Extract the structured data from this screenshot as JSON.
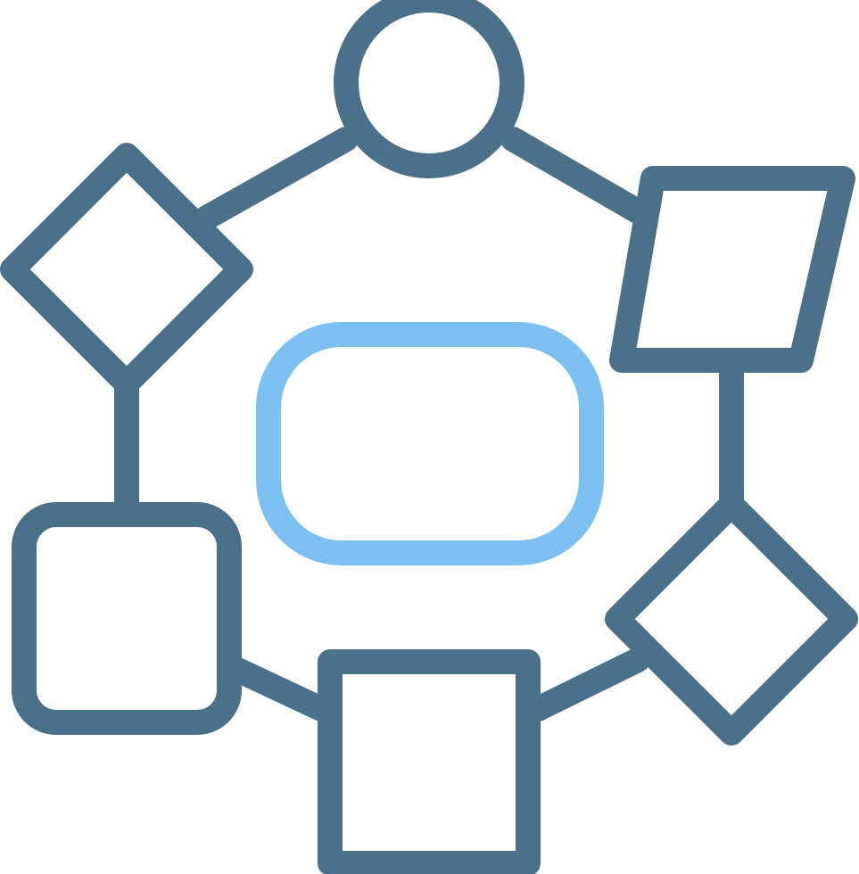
{
  "icon": {
    "name": "flowchart-network-icon",
    "colors": {
      "primary": "#4B7089",
      "accent": "#7CC0F2",
      "background": "#FFFFFF"
    },
    "nodes": [
      {
        "id": "top",
        "shape": "circle"
      },
      {
        "id": "upper-left",
        "shape": "diamond"
      },
      {
        "id": "upper-right",
        "shape": "parallelogram"
      },
      {
        "id": "lower-left",
        "shape": "rounded-square"
      },
      {
        "id": "bottom",
        "shape": "square"
      },
      {
        "id": "lower-right",
        "shape": "diamond"
      },
      {
        "id": "center",
        "shape": "terminator"
      }
    ],
    "connections": [
      [
        "top",
        "upper-left"
      ],
      [
        "top",
        "upper-right"
      ],
      [
        "upper-left",
        "lower-left"
      ],
      [
        "upper-right",
        "lower-right"
      ],
      [
        "lower-left",
        "bottom"
      ],
      [
        "bottom",
        "lower-right"
      ]
    ]
  }
}
